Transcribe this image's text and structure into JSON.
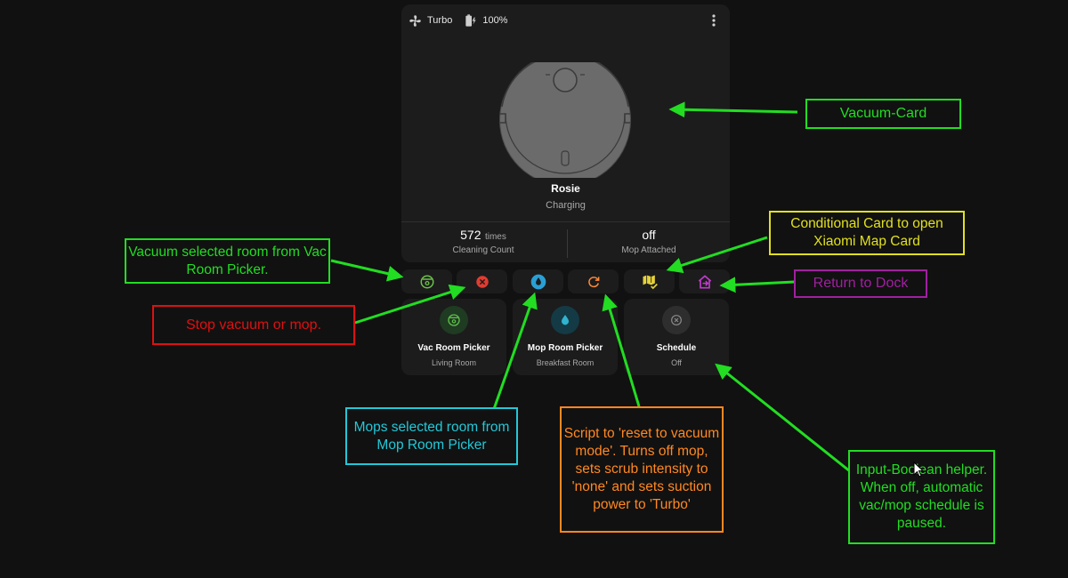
{
  "header": {
    "fan_mode": "Turbo",
    "battery": "100%"
  },
  "vacuum": {
    "name": "Rosie",
    "status": "Charging",
    "cleaning_count": {
      "value": "572",
      "unit": "times",
      "label": "Cleaning Count"
    },
    "mop_attached": {
      "value": "off",
      "label": "Mop Attached"
    }
  },
  "tiles": [
    {
      "title": "Vac Room Picker",
      "value": "Living Room"
    },
    {
      "title": "Mop Room Picker",
      "value": "Breakfast Room"
    },
    {
      "title": "Schedule",
      "value": "Off"
    }
  ],
  "annotations": {
    "vacuum_card": "Vacuum-Card",
    "conditional_card": "Conditional Card to open Xiaomi Map Card",
    "vac_selected_room": "Vacuum selected room from Vac Room Picker.",
    "return_to_dock": "Return to Dock",
    "stop": "Stop vacuum or mop.",
    "mop_selected_room": "Mops selected room from Mop Room Picker",
    "script_reset": "Script to 'reset to vacuum mode'. Turns off mop, sets scrub intensity to 'none' and sets suction power to 'Turbo'",
    "input_boolean": "Input-Boolean helper. When off, automatic vac/mop schedule is paused."
  },
  "colors": {
    "card_bg": "#1c1c1c",
    "green": "#22dd22",
    "yellow": "#e0e020",
    "red": "#dd1111",
    "purple": "#a020a0",
    "cyan": "#22c8d8",
    "orange": "#ff8822"
  }
}
